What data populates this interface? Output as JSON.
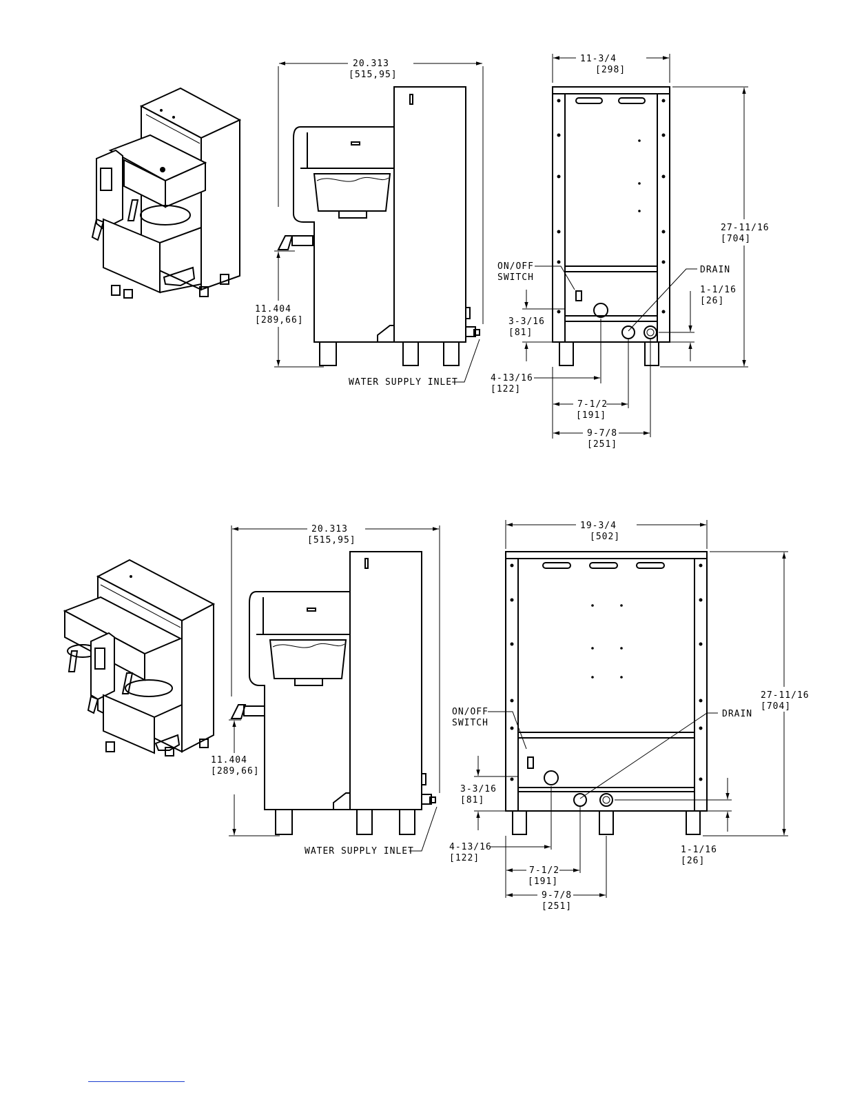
{
  "single": {
    "side_width": "20.313",
    "side_width_mm": "[515,95]",
    "faucet_height": "11.404",
    "faucet_height_mm": "[289,66]",
    "water_inlet": "WATER SUPPLY INLET",
    "front_width": "11-3/4",
    "front_width_mm": "[298]",
    "height": "27-11/16",
    "height_mm": "[704]",
    "onoff_line1": "ON/OFF",
    "onoff_line2": "SWITCH",
    "drain": "DRAIN",
    "drain_height": "1-1/16",
    "drain_height_mm": "[26]",
    "inlet_height": "3-3/16",
    "inlet_height_mm": "[81]",
    "center_offset": "4-13/16",
    "center_offset_mm": "[122]",
    "drain_offset": "7-1/2",
    "drain_offset_mm": "[191]",
    "inlet_offset": "9-7/8",
    "inlet_offset_mm": "[251]"
  },
  "twin": {
    "side_width": "20.313",
    "side_width_mm": "[515,95]",
    "faucet_height": "11.404",
    "faucet_height_mm": "[289,66]",
    "water_inlet": "WATER SUPPLY INLET",
    "front_width": "19-3/4",
    "front_width_mm": "[502]",
    "height": "27-11/16",
    "height_mm": "[704]",
    "onoff_line1": "ON/OFF",
    "onoff_line2": "SWITCH",
    "drain": "DRAIN",
    "drain_height": "1-1/16",
    "drain_height_mm": "[26]",
    "inlet_height": "3-3/16",
    "inlet_height_mm": "[81]",
    "center_offset": "4-13/16",
    "center_offset_mm": "[122]",
    "drain_offset": "7-1/2",
    "drain_offset_mm": "[191]",
    "inlet_offset": "9-7/8",
    "inlet_offset_mm": "[251]"
  }
}
